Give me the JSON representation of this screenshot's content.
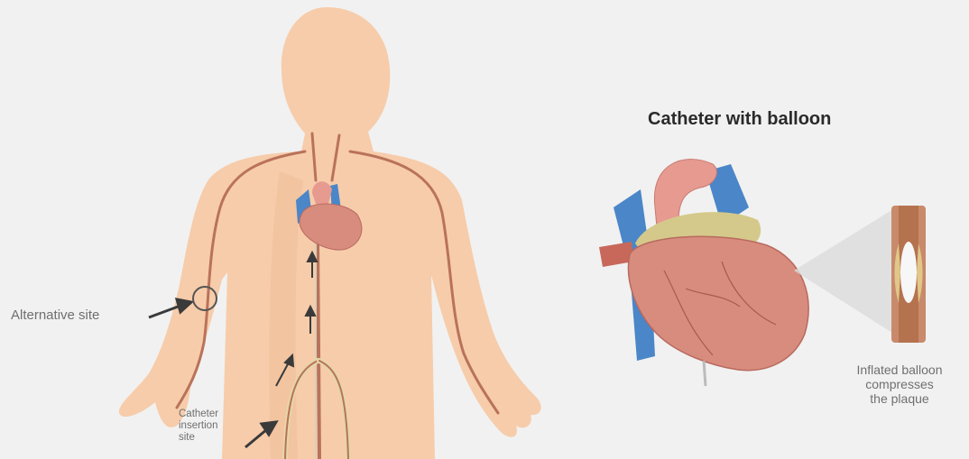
{
  "labels": {
    "alternative_site": "Alternative site",
    "catheter_insertion_site": "Catheter\ninsertion\nsite",
    "catheter_with_balloon": "Catheter with balloon",
    "inflated_balloon": "Inflated balloon\ncompresses\nthe plaque"
  },
  "colors": {
    "background": "#f1f1f1",
    "skin": "#f7ccaa",
    "skin_shadow": "#efbd97",
    "vessel": "#b9735a",
    "heart_muscle": "#d88c7e",
    "heart_dark": "#b86a5e",
    "vein_blue": "#4a86c8",
    "fat_yellow": "#d4c98a",
    "aorta_pink": "#e69a90",
    "balloon": "#f7f7f7",
    "text": "#6f6f6f",
    "title": "#2a2a2a"
  }
}
